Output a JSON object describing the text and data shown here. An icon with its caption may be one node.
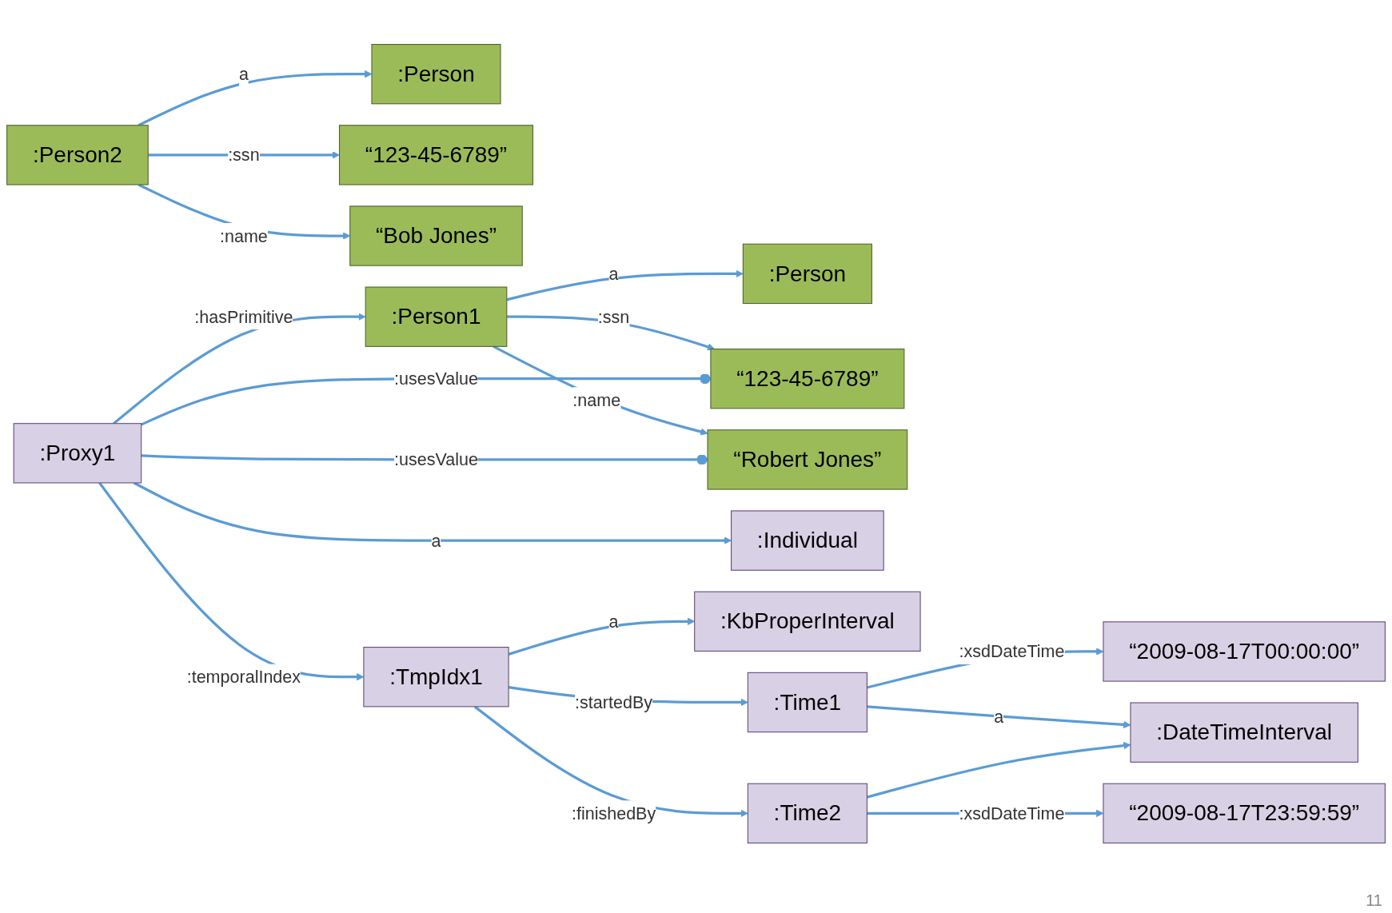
{
  "diagram": {
    "nodes": [
      {
        "text": [
          ":Person2"
        ]
      },
      {
        "text": [
          ":Person"
        ]
      },
      {
        "text": [
          "“123-45-6789”"
        ]
      },
      {
        "text": [
          "“Bob Jones”"
        ]
      },
      {
        "text": [
          ":Proxy1"
        ]
      },
      {
        "text": [
          ":Person1"
        ]
      },
      {
        "text": [
          ":Individual"
        ]
      },
      {
        "text": [
          ":Person"
        ]
      },
      {
        "text": [
          "“123-45-6789”"
        ]
      },
      {
        "text": [
          ":TmpIdx1"
        ]
      },
      {
        "text": [
          "“Robert Jones”"
        ]
      },
      {
        "text": [
          ":KbProperInterval"
        ]
      },
      {
        "text": [
          ":Time1"
        ]
      },
      {
        "text": [
          "“2009-08-17T00:00:00”"
        ]
      },
      {
        "text": [
          ":DateTimeInterval"
        ]
      },
      {
        "text": [
          ":Time2"
        ]
      },
      {
        "text": [
          "“2009-08-17T23:59:59”"
        ]
      }
    ],
    "edges": [
      {
        "from": 0,
        "to": 1,
        "arrow": "to",
        "label": "a"
      },
      {
        "from": 0,
        "to": 2,
        "arrow": "to",
        "label": ":ssn"
      },
      {
        "from": 0,
        "to": 3,
        "arrow": "to",
        "label": ":name"
      },
      {
        "from": 4,
        "to": 5,
        "arrow": "to",
        "label": ":hasPrimitive"
      },
      {
        "from": 4,
        "to": 6,
        "arrow": "to",
        "label": "a"
      },
      {
        "from": 4,
        "to": 9,
        "arrow": "to",
        "label": ":temporalIndex"
      },
      {
        "from": 5,
        "to": 7,
        "arrow": "to",
        "label": "a"
      },
      {
        "from": 5,
        "to": 8,
        "arrow": "to",
        "label": ":ssn"
      },
      {
        "from": 5,
        "to": 10,
        "arrow": "to",
        "label": ":name"
      },
      {
        "from": 4,
        "to": 8,
        "arrow": "other",
        "label": ":usesValue"
      },
      {
        "from": 4,
        "to": 10,
        "arrow": "other",
        "label": ":usesValue"
      },
      {
        "from": 9,
        "to": 11,
        "arrow": "to",
        "label": "a"
      },
      {
        "from": 9,
        "to": 12,
        "arrow": "to",
        "label": ":startedBy"
      },
      {
        "from": 9,
        "to": 15,
        "arrow": "to",
        "label": ":finishedBy"
      },
      {
        "from": 12,
        "to": 13,
        "arrow": "to",
        "label": ":xsdDateTime"
      },
      {
        "from": 12,
        "to": 14,
        "arrow": "to",
        "label": "a"
      },
      {
        "from": 15,
        "to": 14,
        "arrow": "to"
      },
      {
        "from": 15,
        "to": 16,
        "arrow": "to",
        "label": ":xsdDateTime"
      }
    ],
    "labels": [
      "11"
    ]
  }
}
